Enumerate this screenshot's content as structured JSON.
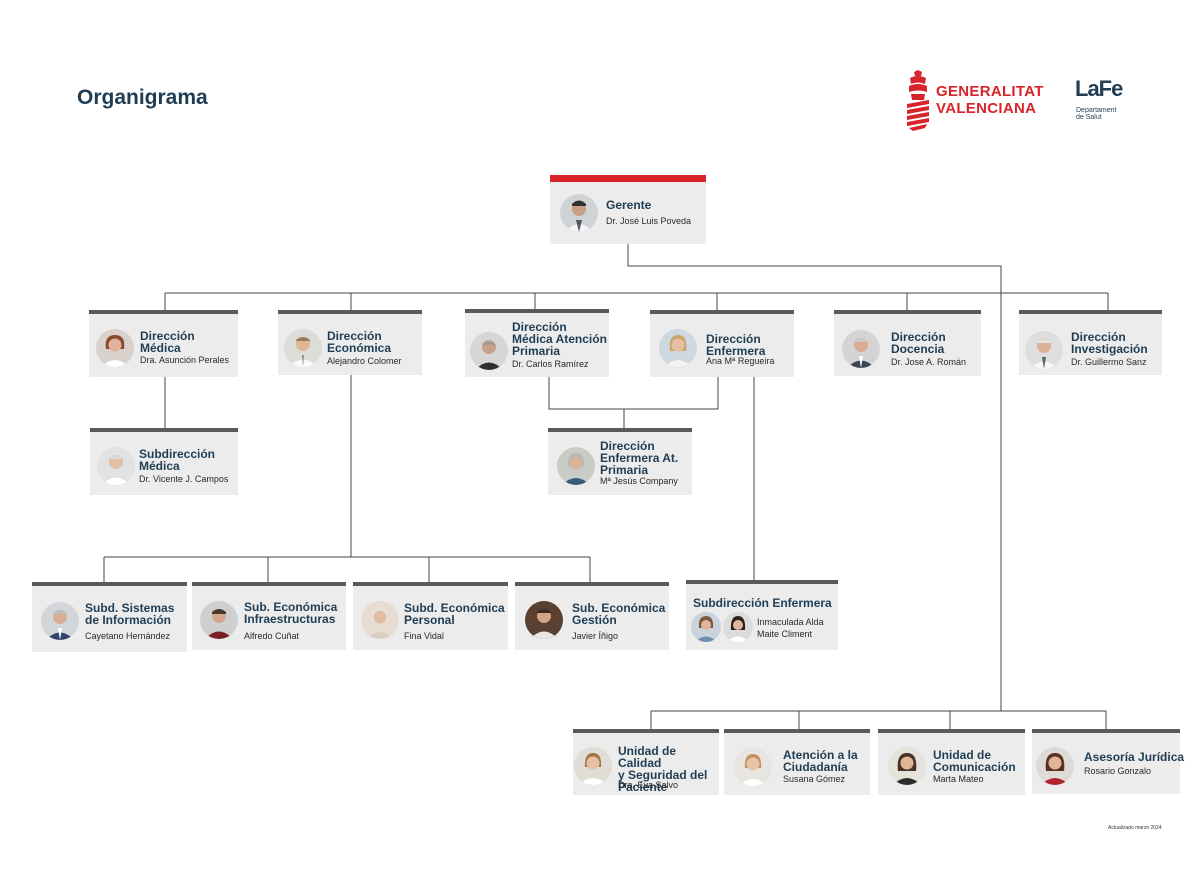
{
  "page": {
    "title": "Organigrama",
    "updated": "Actualizado marzo 2024"
  },
  "logos": {
    "generalitat_line1": "GENERALITAT",
    "generalitat_line2": "VALENCIANA",
    "lafe_title": "LaFe",
    "lafe_sub_line1": "Departament",
    "lafe_sub_line2": "de Salut"
  },
  "colors": {
    "accent_red": "#d8232a",
    "title_navy": "#1f3e55",
    "box_gray": "#ececec",
    "bar_gray": "#5a5a5a",
    "line": "#444444"
  },
  "nodes": {
    "gerente": {
      "role": "Gerente",
      "name": "Dr. José Luis Poveda"
    },
    "dir_medica": {
      "role_l1": "Dirección",
      "role_l2": "Médica",
      "name": "Dra. Asunción Perales"
    },
    "dir_economica": {
      "role_l1": "Dirección",
      "role_l2": "Económica",
      "name": "Alejandro Colomer"
    },
    "dir_med_ap": {
      "role_l1": "Dirección",
      "role_l2": "Médica Atención",
      "role_l3": "Primaria",
      "name": "Dr. Carlos Ramírez"
    },
    "dir_enfermera": {
      "role_l1": "Dirección",
      "role_l2": "Enfermera",
      "name": "Ana Mª Regueira"
    },
    "dir_docencia": {
      "role_l1": "Dirección",
      "role_l2": "Docencia",
      "name": "Dr. Jose A. Román"
    },
    "dir_investigacion": {
      "role_l1": "Dirección",
      "role_l2": "Investigación",
      "name": "Dr. Guillermo Sanz"
    },
    "subdir_medica": {
      "role_l1": "Subdirección",
      "role_l2": "Médica",
      "name": "Dr. Vicente J. Campos"
    },
    "dir_enf_ap": {
      "role_l1": "Dirección",
      "role_l2": "Enfermera At.",
      "role_l3": "Primaria",
      "name": "Mª Jesús Company"
    },
    "subd_sistemas": {
      "role_l1": "Subd. Sistemas",
      "role_l2": "de Información",
      "name": "Cayetano Hernández"
    },
    "sub_infra": {
      "role_l1": "Sub. Económica",
      "role_l2": "Infraestructuras",
      "name": "Alfredo Cuñat"
    },
    "subd_personal": {
      "role_l1": "Subd. Económica",
      "role_l2": "Personal",
      "name": "Fina Vidal"
    },
    "sub_gestion": {
      "role_l1": "Sub. Económica",
      "role_l2": "Gestión",
      "name": "Javier Íñigo"
    },
    "subdir_enfermera": {
      "role": "Subdirección Enfermera",
      "name_1": "Inmaculada Alda",
      "name_2": "Maite Climent"
    },
    "unidad_calidad": {
      "role_l1": "Unidad de Calidad",
      "role_l2": "y Seguridad del",
      "role_l3": "Paciente",
      "name": "Dra. Eva Salvo"
    },
    "atencion_ciudadania": {
      "role_l1": "Atención a la",
      "role_l2": "Ciudadanía",
      "name": "Susana Gómez"
    },
    "unidad_comunicacion": {
      "role_l1": "Unidad de",
      "role_l2": "Comunicación",
      "name": "Marta Mateo"
    },
    "asesoria_juridica": {
      "role": "Asesoría Jurídica",
      "name": "Rosario Gonzalo"
    }
  }
}
